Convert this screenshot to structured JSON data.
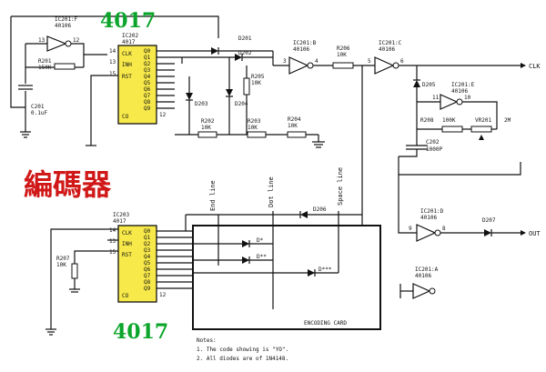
{
  "headline_top": "4017",
  "headline_bottom": "4017",
  "title_cjk": "編碼器",
  "ic202": {
    "name": "IC202",
    "part": "4017",
    "pins": [
      "CLK",
      "INH",
      "RST",
      "CO"
    ],
    "outputs": [
      "Q0",
      "Q1",
      "Q2",
      "Q3",
      "Q4",
      "Q5",
      "Q6",
      "Q7",
      "Q8",
      "Q9"
    ],
    "pin_numbers": [
      "14",
      "13",
      "15",
      "12"
    ]
  },
  "ic203": {
    "name": "IC203",
    "part": "4017",
    "pins": [
      "CLK",
      "INH",
      "RST",
      "CO"
    ],
    "outputs": [
      "Q0",
      "Q1",
      "Q2",
      "Q3",
      "Q4",
      "Q5",
      "Q6",
      "Q7",
      "Q8",
      "Q9"
    ],
    "pin_numbers": [
      "14",
      "13",
      "15",
      "12"
    ]
  },
  "ic201f": {
    "name": "IC201:F",
    "part": "40106",
    "pin_in": "13",
    "pin_out": "12"
  },
  "ic201b": {
    "name": "IC201:B",
    "part": "40106",
    "pin_in": "3",
    "pin_out": "4"
  },
  "ic201c": {
    "name": "IC201:C",
    "part": "40106",
    "pin_in": "5",
    "pin_out": "6"
  },
  "ic201e": {
    "name": "IC201:E",
    "part": "40106",
    "pin_in": "11",
    "pin_out": "10"
  },
  "ic201d": {
    "name": "IC201:D",
    "part": "40106",
    "pin_in": "9",
    "pin_out": "8"
  },
  "ic201a": {
    "name": "IC201:A",
    "part": "40106"
  },
  "r201": {
    "name": "R201",
    "value": "150K"
  },
  "c201": {
    "name": "C201",
    "value": "0.1uF"
  },
  "r202": {
    "name": "R202",
    "value": "10K"
  },
  "r203": {
    "name": "R203",
    "value": "10K"
  },
  "r204": {
    "name": "R204",
    "value": "10K"
  },
  "r205": {
    "name": "R205",
    "value": "10K"
  },
  "r206": {
    "name": "R206",
    "value": "10K"
  },
  "r207": {
    "name": "R207",
    "value": "10K"
  },
  "r208": {
    "name": "R208",
    "value": "100K"
  },
  "vr201": {
    "name": "VR201",
    "value": "2M"
  },
  "c202": {
    "name": "C202",
    "value": "1000P"
  },
  "diodes": [
    "D201",
    "D202",
    "D203",
    "D204",
    "D205",
    "D206",
    "D207"
  ],
  "lines": {
    "end": "End line",
    "dot": "Dot line",
    "space": "Space line"
  },
  "card_labels": [
    "D*",
    "D**",
    "D***"
  ],
  "encoding_card": "ENCODING CARD",
  "outputs": {
    "clk": "CLK",
    "out": "OUT"
  },
  "notes": {
    "title": "Notes:",
    "items": [
      "1. The code showing is \"YO\".",
      "2. All diodes are of 1N4148."
    ]
  }
}
